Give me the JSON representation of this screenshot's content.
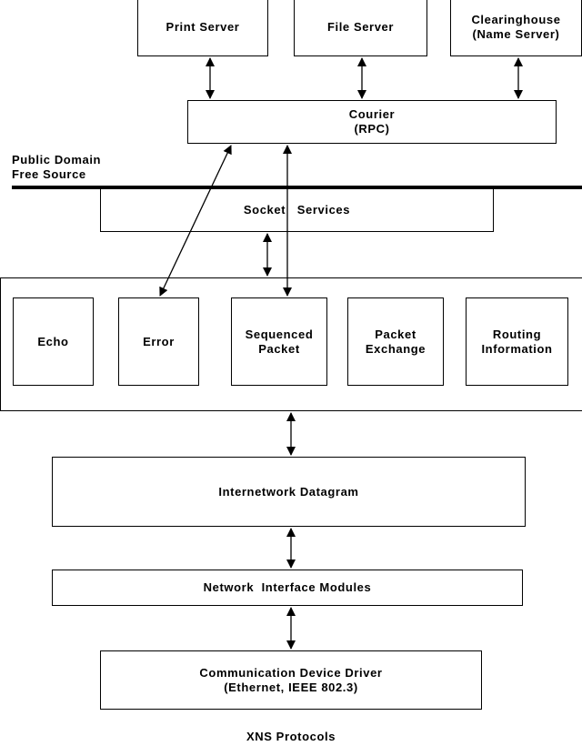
{
  "apps": {
    "print_server": "Print Server",
    "file_server": "File Server",
    "clearinghouse_line1": "Clearinghouse",
    "clearinghouse_line2": "(Name Server)"
  },
  "courier": {
    "line1": "Courier",
    "line2": "(RPC)"
  },
  "boundary": {
    "line1": "Public Domain",
    "line2": "Free Source"
  },
  "socket_services": "Socket   Services",
  "transport": {
    "echo": "Echo",
    "error": "Error",
    "sequenced_packet_line1": "Sequenced",
    "sequenced_packet_line2": "Packet",
    "packet_exchange_line1": "Packet",
    "packet_exchange_line2": "Exchange",
    "routing_information_line1": "Routing",
    "routing_information_line2": "Information"
  },
  "internetwork_datagram": "Internetwork Datagram",
  "network_interface_modules": "Network  Interface Modules",
  "driver": {
    "line1": "Communication Device Driver",
    "line2": "(Ethernet, IEEE 802.3)"
  },
  "caption": "XNS Protocols"
}
